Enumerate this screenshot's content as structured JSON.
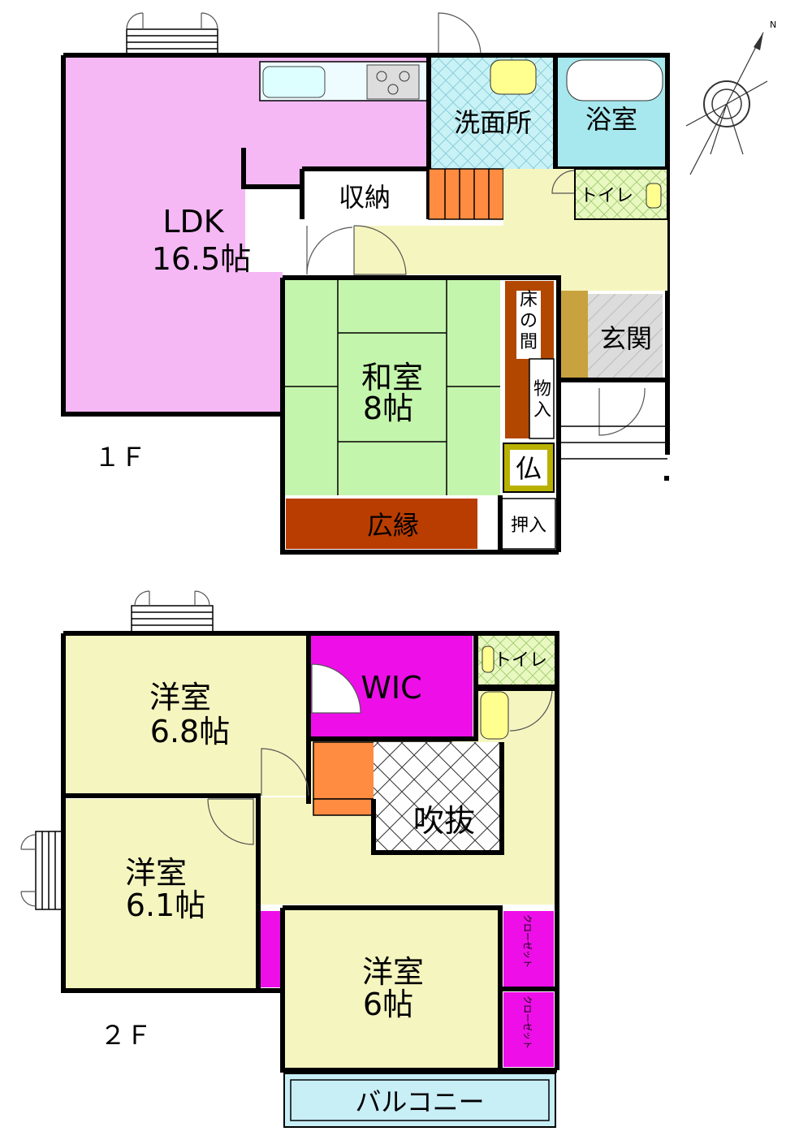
{
  "floor1": {
    "floor_label": "１Ｆ",
    "ldk_name": "LDK",
    "ldk_size": "16.5帖",
    "washroom": "洗面所",
    "bathroom": "浴室",
    "storage": "収納",
    "toilet": "トイレ",
    "tokonoma": [
      "床",
      "の",
      "間"
    ],
    "entrance": "玄関",
    "washitsu_name": "和室",
    "washitsu_size": "8帖",
    "closet": [
      "物",
      "入"
    ],
    "butsudan": "仏",
    "hiroen": "広縁",
    "oshiire": "押入"
  },
  "floor2": {
    "floor_label": "２Ｆ",
    "room1_name": "洋室",
    "room1_size": "6.8帖",
    "wic": "WIC",
    "toilet": "トイレ",
    "void": "吹抜",
    "room2_name": "洋室",
    "room2_size": "6.1帖",
    "room3_name": "洋室",
    "room3_size": "6帖",
    "closet_a": "クローゼット",
    "closet_b": "クローゼット",
    "balcony": "バルコニー"
  },
  "compass": {
    "north": "N"
  },
  "colors": {
    "ldk": "#f5b8f5",
    "washroom": "#c9f2f6",
    "bath": "#a6e8ee",
    "corridor": "#f5f5bf",
    "stairs": "#ff8c40",
    "tatami": "#c4f5ac",
    "tokonoma": "#b24700",
    "hiroen": "#b93d00",
    "wic": "#ee0ee8",
    "closet": "#ee0ee8",
    "balcony": "#c8eef6",
    "genkan": "#dcdcdc",
    "toilet": "#e8f8c0",
    "butsudan": "#b9b100"
  }
}
